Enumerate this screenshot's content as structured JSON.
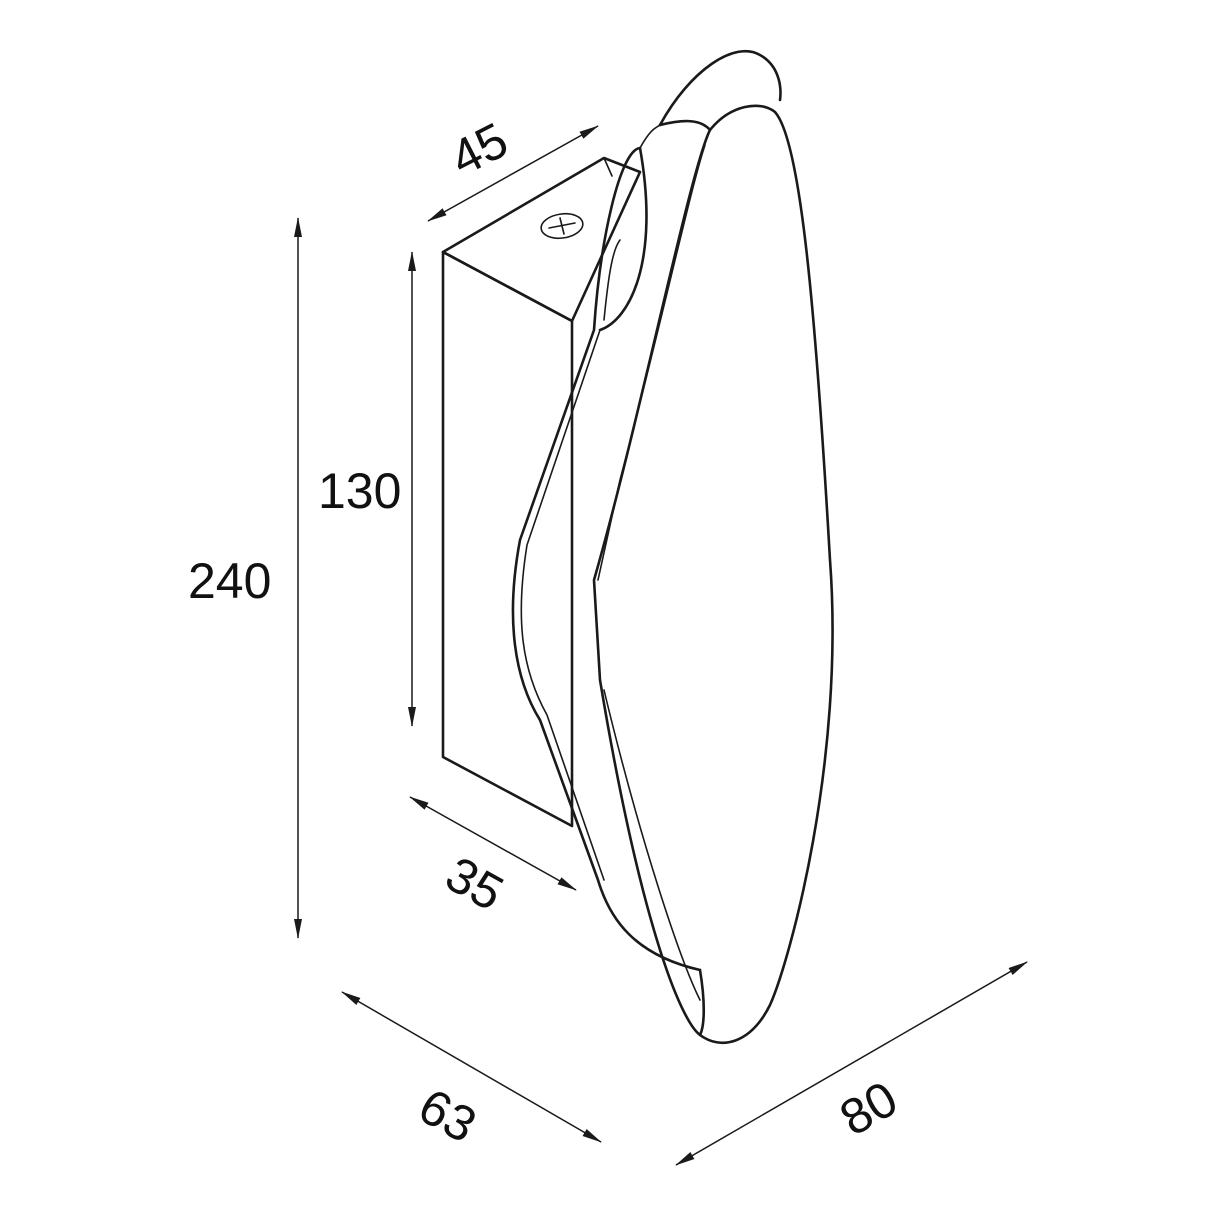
{
  "drawing": {
    "dimensions": {
      "overall_height": "240",
      "bracket_height": "130",
      "bracket_top_depth": "45",
      "bracket_bottom_depth": "35",
      "body_depth": "63",
      "body_width": "80"
    }
  }
}
